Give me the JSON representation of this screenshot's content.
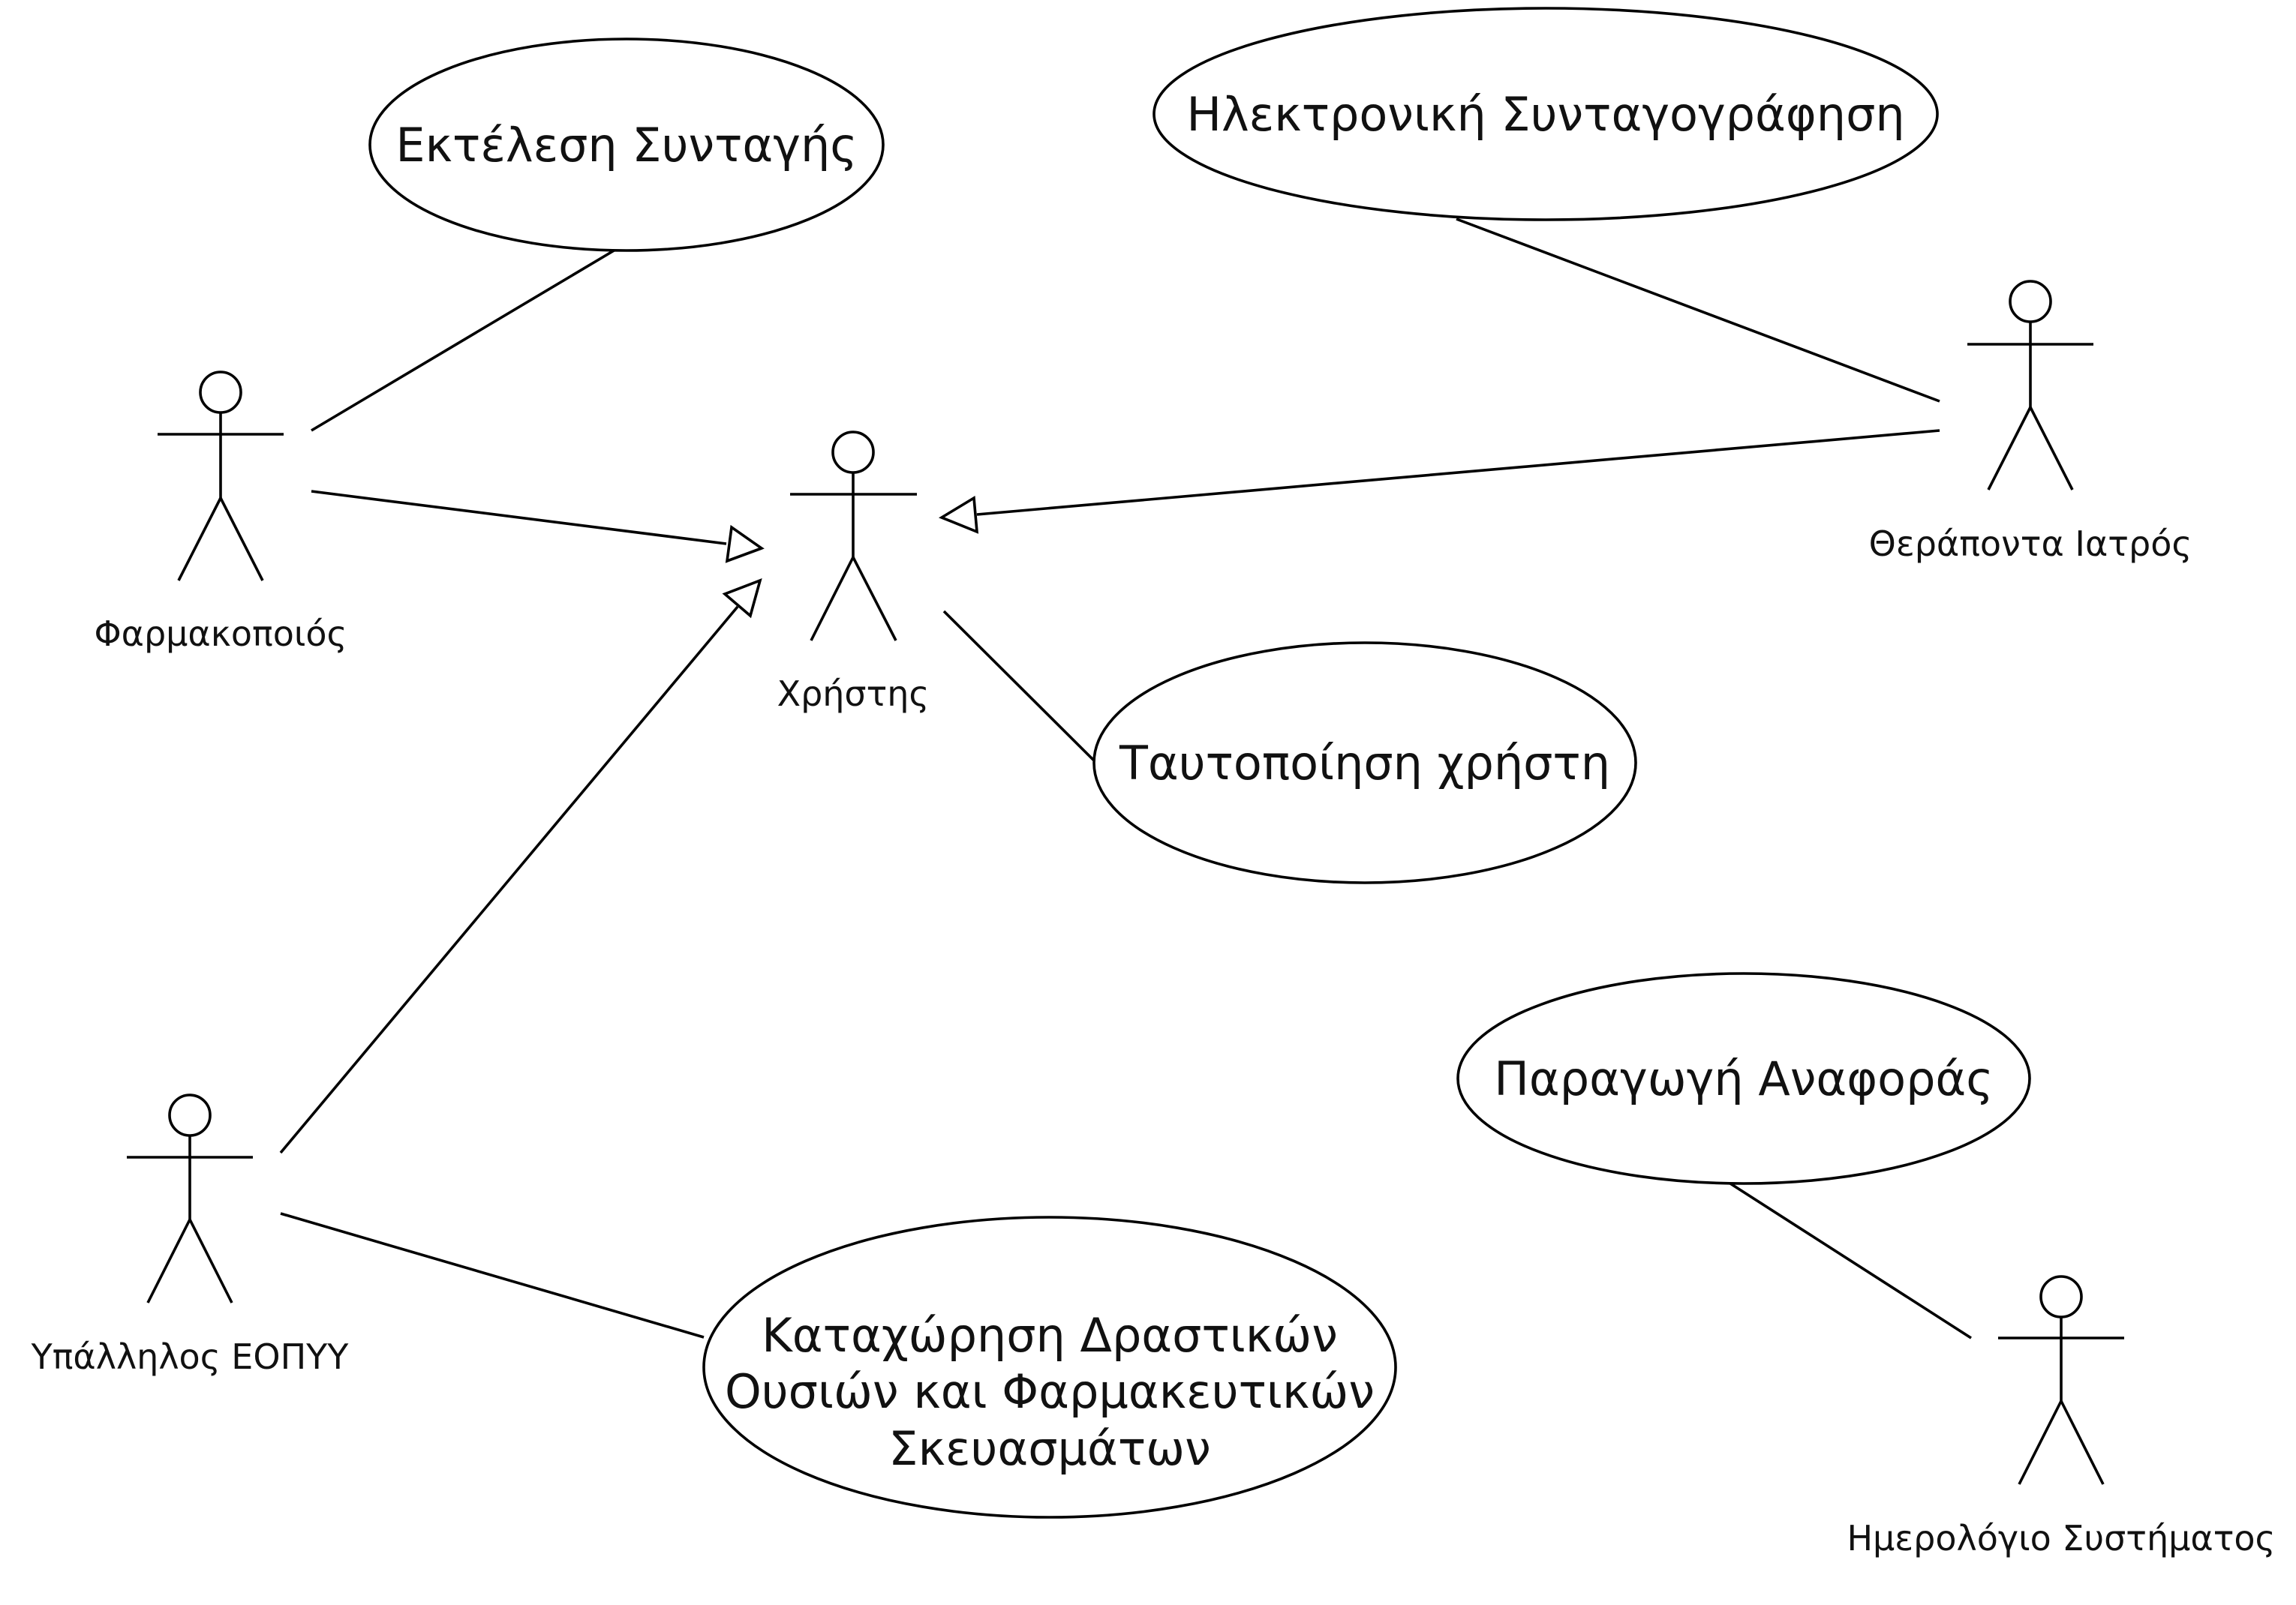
{
  "diagram": {
    "type": "uml-use-case",
    "use_cases": {
      "prescription_execution": "Εκτέλεση Συνταγής",
      "electronic_prescribing": "Ηλεκτρονική Συνταγογράφηση",
      "user_authentication": "Ταυτοποίηση χρήστη",
      "report_generation": "Παραγωγή Αναφοράς",
      "substances_registration": [
        "Καταχώρηση Δραστικών",
        "Ουσιών και Φαρμακευτικών",
        "Σκευασμάτων"
      ]
    },
    "actors": {
      "pharmacist": "Φαρμακοποιός",
      "user": "Χρήστης",
      "doctor": "Θεράποντα Ιατρός",
      "eopyy_employee": "Υπάλληλος ΕΟΠΥΥ",
      "system_log": "Ημερολόγιο Συστήματος"
    },
    "associations": [
      {
        "from": "Φαρμακοποιός",
        "to": "Εκτέλεση Συνταγής"
      },
      {
        "from": "Θεράποντα Ιατρός",
        "to": "Ηλεκτρονική Συνταγογράφηση"
      },
      {
        "from": "Χρήστης",
        "to": "Ταυτοποίηση χρήστη"
      },
      {
        "from": "Ημερολόγιο Συστήματος",
        "to": "Παραγωγή Αναφοράς"
      },
      {
        "from": "Υπάλληλος ΕΟΠΥΥ",
        "to": "Καταχώρηση Δραστικών Ουσιών και Φαρμακευτικών Σκευασμάτων"
      }
    ],
    "generalizations": [
      {
        "child": "Φαρμακοποιός",
        "parent": "Χρήστης"
      },
      {
        "child": "Θεράποντα Ιατρός",
        "parent": "Χρήστης"
      },
      {
        "child": "Υπάλληλος ΕΟΠΥΥ",
        "parent": "Χρήστης"
      }
    ]
  }
}
